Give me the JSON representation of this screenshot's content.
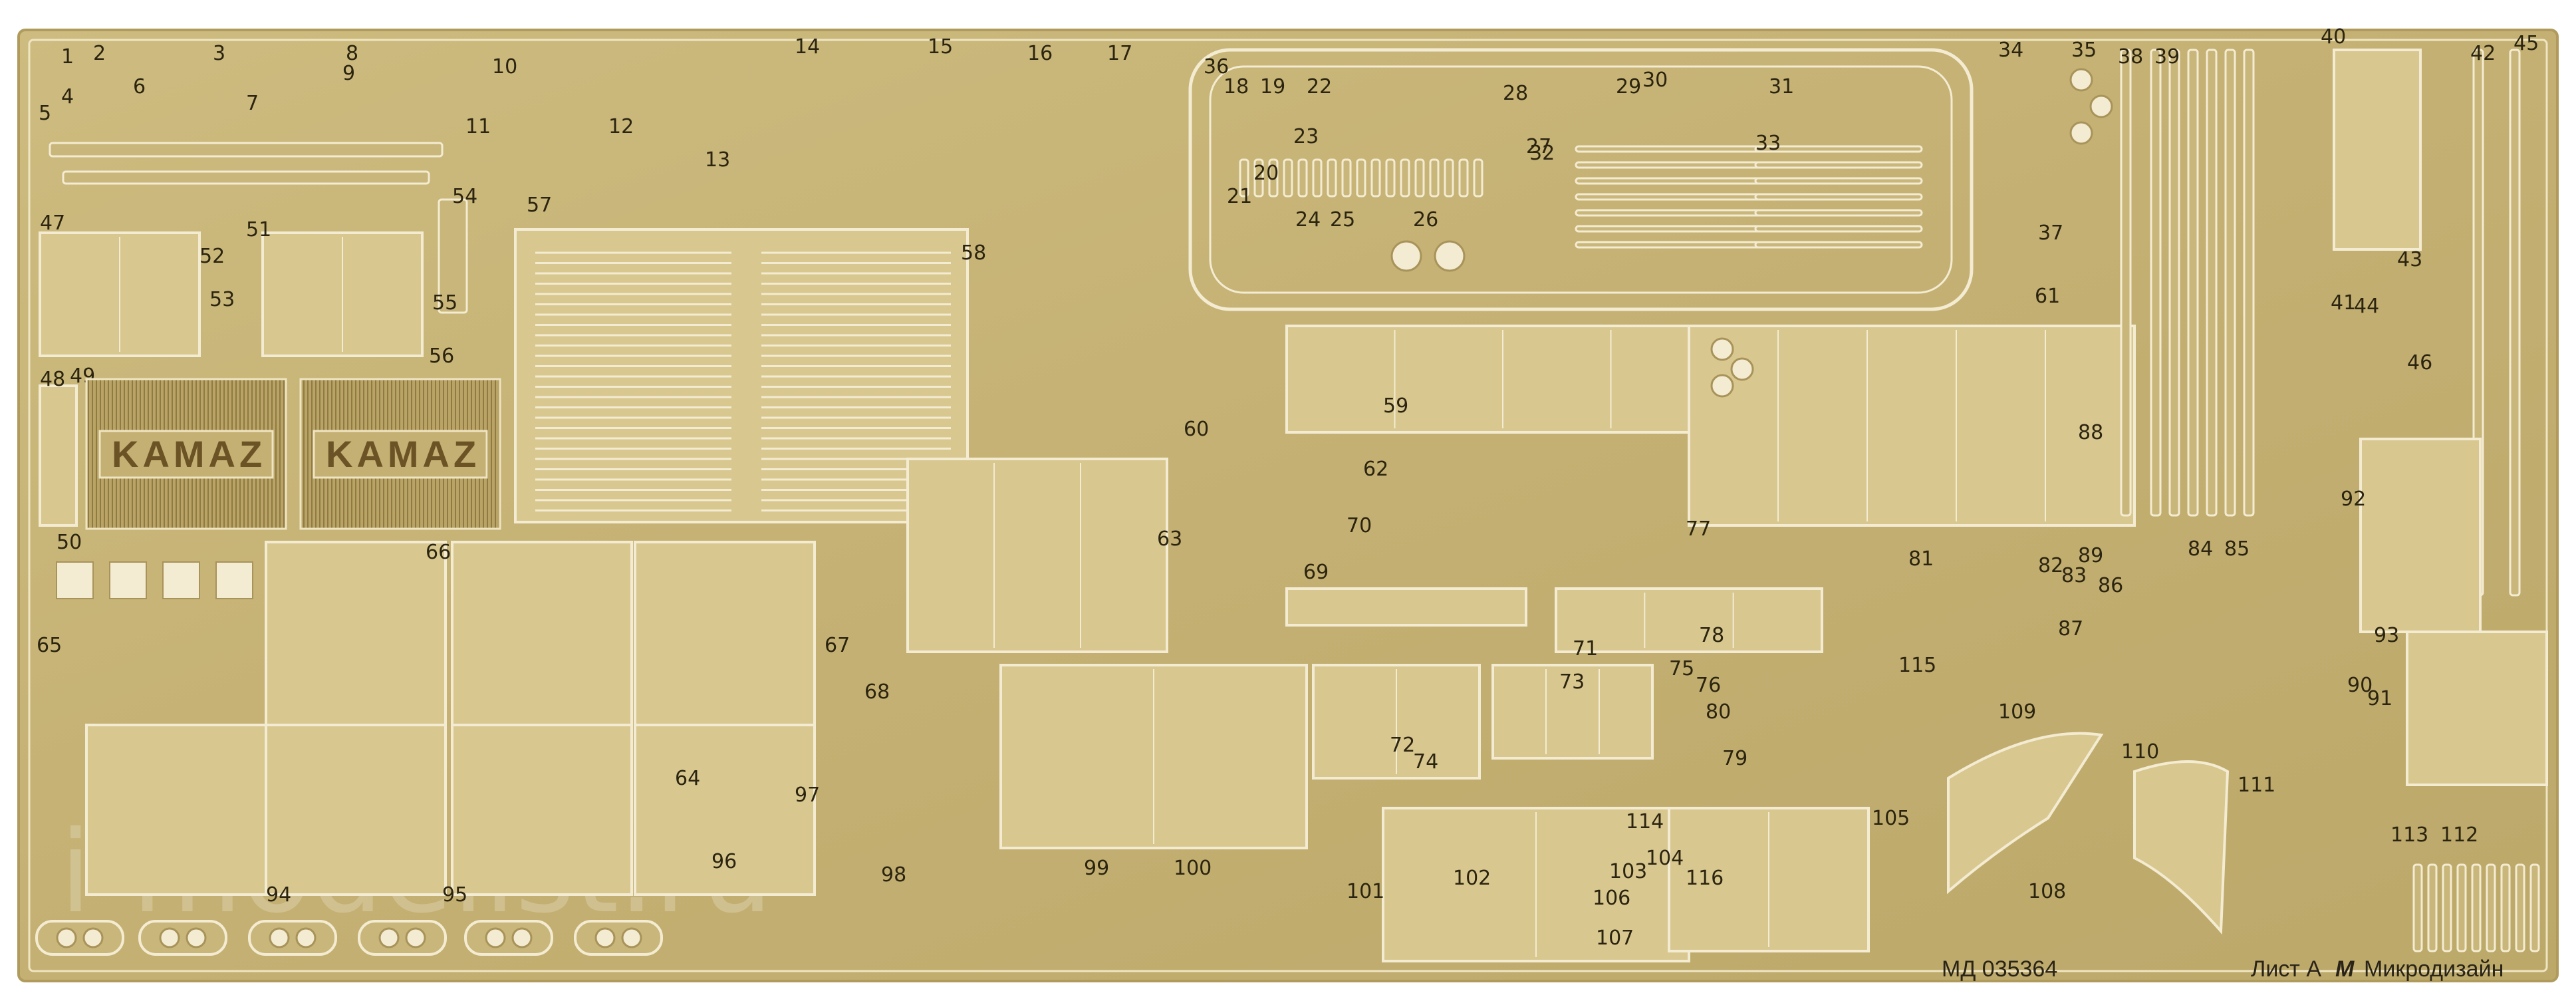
{
  "sheet": {
    "part_numbers": [
      "1",
      "2",
      "3",
      "4",
      "5",
      "6",
      "7",
      "8",
      "9",
      "10",
      "11",
      "12",
      "13",
      "14",
      "15",
      "16",
      "17",
      "18",
      "19",
      "20",
      "21",
      "22",
      "23",
      "24",
      "25",
      "26",
      "27",
      "28",
      "29",
      "30",
      "31",
      "32",
      "33",
      "34",
      "35",
      "36",
      "37",
      "38",
      "39",
      "40",
      "41",
      "42",
      "43",
      "44",
      "45",
      "46",
      "47",
      "48",
      "49",
      "50",
      "51",
      "52",
      "53",
      "54",
      "55",
      "56",
      "57",
      "58",
      "59",
      "60",
      "61",
      "62",
      "63",
      "64",
      "65",
      "66",
      "67",
      "68",
      "69",
      "70",
      "71",
      "72",
      "73",
      "74",
      "75",
      "76",
      "77",
      "78",
      "79",
      "80",
      "81",
      "82",
      "83",
      "84",
      "85",
      "86",
      "87",
      "88",
      "89",
      "90",
      "91",
      "92",
      "93",
      "94",
      "95",
      "96",
      "97",
      "98",
      "99",
      "100",
      "101",
      "102",
      "103",
      "104",
      "105",
      "106",
      "107",
      "108",
      "109",
      "110",
      "111",
      "112",
      "113",
      "114",
      "115",
      "116"
    ],
    "kamaz_left": "KAMAZ",
    "kamaz_right": "KAMAZ",
    "code": "МД 035364",
    "sheet_label": "Лист А",
    "brand": "Микродизайн",
    "brand_mark": "М",
    "watermark": "i-modelist.ru"
  },
  "colors": {
    "background": "#ffffff",
    "brass": "#c9b67a",
    "brass_light": "#d8c78f",
    "brass_dark": "#a8935a",
    "etch_line": "#f4ecd2",
    "text": "#2a2418"
  }
}
